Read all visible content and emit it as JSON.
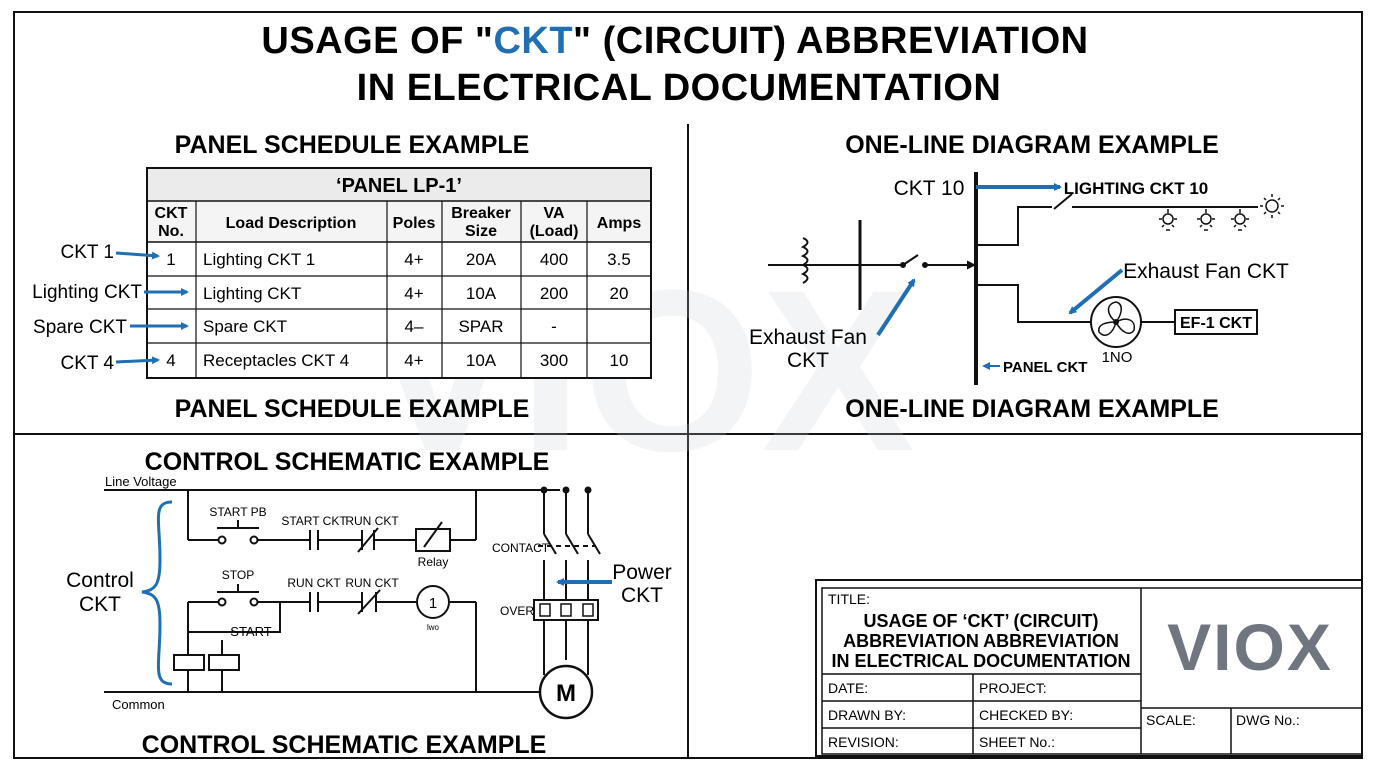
{
  "colors": {
    "accent": "#1f6fb2",
    "ink": "#111111",
    "watermark": "#c9ced6"
  },
  "title": {
    "line1_pre": "USAGE OF \"",
    "line1_accent": "CKT",
    "line1_post": "\" (CIRCUIT) ABBREVIATION",
    "line2": "IN ELECTRICAL DOCUMENTATION"
  },
  "panel": {
    "heading_top": "PANEL SCHEDULE EXAMPLE",
    "heading_bottom": "PANEL SCHEDULE EXAMPLE",
    "table_title": "‘PANEL LP-1’",
    "headers": [
      {
        "line1": "CKT",
        "line2": "No."
      },
      {
        "line1": "Load Description",
        "line2": ""
      },
      {
        "line1": "Poles",
        "line2": ""
      },
      {
        "line1": "Breaker",
        "line2": "Size"
      },
      {
        "line1": "VA",
        "line2": "(Load)"
      },
      {
        "line1": "Amps",
        "line2": ""
      }
    ],
    "rows": [
      {
        "label": "CKT 1",
        "cells": [
          "1",
          "Lighting CKT 1",
          "4+",
          "20A",
          "400",
          "3.5"
        ]
      },
      {
        "label": "Lighting CKT",
        "cells": [
          "",
          "Lighting CKT",
          "4+",
          "10A",
          "200",
          "20"
        ]
      },
      {
        "label": "Spare CKT",
        "cells": [
          "",
          "Spare CKT",
          "4–",
          "SPAR",
          "-",
          ""
        ]
      },
      {
        "label": "CKT 4",
        "cells": [
          "4",
          "Receptacles CKT 4",
          "4+",
          "10A",
          "300",
          "10"
        ]
      }
    ]
  },
  "oneline": {
    "heading_top": "ONE-LINE DIAGRAM EXAMPLE",
    "heading_bottom": "ONE-LINE DIAGRAM EXAMPLE",
    "ckt10": "CKT 10",
    "lighting": "LIGHTING CKT 10",
    "exhaust_right": "Exhaust Fan CKT",
    "exhaust_left1": "Exhaust Fan",
    "exhaust_left2": "CKT",
    "ef1": "EF-1 CKT",
    "ino": "1NO",
    "panel_ckt": "PANEL CKT"
  },
  "control": {
    "heading_top": "CONTROL SCHEMATIC EXAMPLE",
    "heading_bottom": "CONTROL SCHEMATIC EXAMPLE",
    "line_voltage": "Line Voltage",
    "common": "Common",
    "control_ckt1": "Control",
    "control_ckt2": "CKT",
    "start_pb": "START PB",
    "start_ckt": "START CKT",
    "run_ckt_a": "RUN CKT",
    "run_ckt_b": "RUN CKT",
    "run_ckt_c": "RUN CKT",
    "relay": "Relay",
    "stop": "STOP",
    "start": "START",
    "coil_num": "1",
    "coil_sub": "lwo",
    "contact": "CONTACT",
    "over": "OVER",
    "power1": "Power",
    "power2": "CKT",
    "motor": "M"
  },
  "titleblock": {
    "title_label": "TITLE:",
    "title_l1": "USAGE OF ‘CKT’ (CIRCUIT)",
    "title_l2": "ABBREVIATION ABBREVIATION",
    "title_l3": "IN ELECTRICAL DOCUMENTATION",
    "logo": "VIOX",
    "date": "DATE:",
    "project": "PROJECT:",
    "drawn_by": "DRAWN BY:",
    "checked_by": "CHECKED BY:",
    "scale": "SCALE:",
    "dwg_no": "DWG No.:",
    "revision": "REVISION:",
    "sheet_no": "SHEET No.:"
  },
  "watermark": "VIOX"
}
